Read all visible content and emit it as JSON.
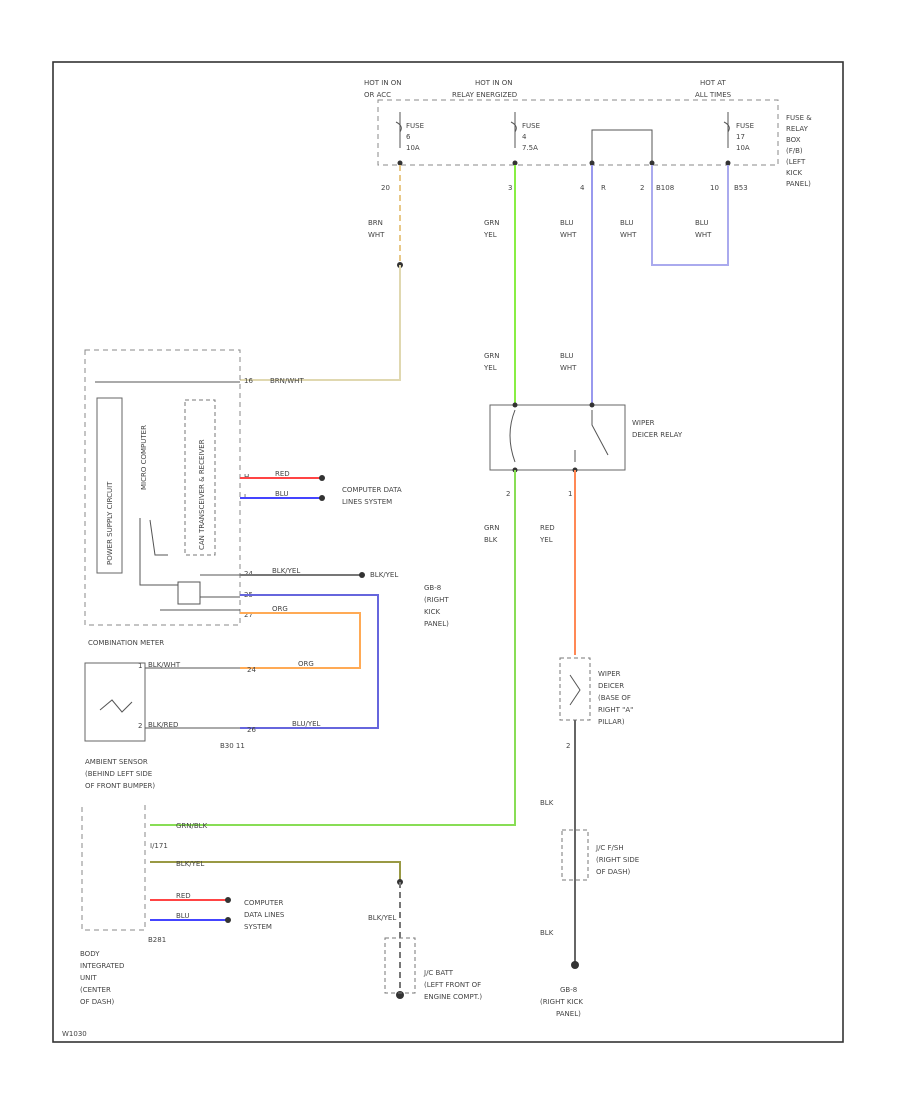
{
  "supply": {
    "src1": "HOT IN ON",
    "src1b": "OR ACC",
    "src2": "HOT IN ON",
    "src2b": "RELAY ENERGIZED",
    "src3": "HOT AT",
    "src3b": "ALL TIMES",
    "fuse1": "FUSE",
    "fuse1n": "6",
    "fuse1a": "10A",
    "fuse2": "FUSE",
    "fuse2n": "4",
    "fuse2a": "7.5A",
    "fuse3": "FUSE",
    "fuse3n": "17",
    "fuse3a": "10A",
    "fusebox": [
      "FUSE &",
      "RELAY",
      "BOX",
      "(F/B)",
      "(LEFT",
      "KICK",
      "PANEL)"
    ],
    "pin20": "20",
    "pin3": "3",
    "pin4": "4",
    "pinR": "R",
    "pin2": "2",
    "pinB108": "B108",
    "pin10": "10",
    "pinB53": "B53"
  },
  "wires": {
    "brn_wht": [
      "BRN",
      "WHT"
    ],
    "grn_yel_top": [
      "GRN",
      "YEL"
    ],
    "blu_wht_1": [
      "BLU",
      "WHT"
    ],
    "blu_wht_2": [
      "BLU",
      "WHT"
    ],
    "blu_wht_3": [
      "BLU",
      "WHT"
    ],
    "grn_yel_mid": [
      "GRN",
      "YEL"
    ],
    "blu_wht_mid": [
      "BLU",
      "WHT"
    ],
    "grn_blk": [
      "GRN",
      "BLK"
    ],
    "red_yel": [
      "RED",
      "YEL"
    ],
    "blk_1": "BLK",
    "blk_2": "BLK",
    "blk_yel": "BLK/YEL"
  },
  "relay": {
    "label": "WIPER",
    "label2": "DEICER RELAY",
    "pin2": "2",
    "pin1": "1"
  },
  "deicer": {
    "label": [
      "WIPER",
      "DEICER",
      "(BASE OF",
      "RIGHT \"A\"",
      "PILLAR)"
    ],
    "pin2": "2"
  },
  "jc": {
    "label": [
      "J/C F/SH",
      "(RIGHT SIDE",
      "OF DASH)"
    ]
  },
  "ground": {
    "label": [
      "GB-8",
      "(RIGHT KICK",
      "PANEL)"
    ]
  },
  "meter": {
    "title": "COMBINATION METER",
    "inner1": "POWER SUPPLY CIRCUIT",
    "inner2": "MICRO COMPUTER",
    "inner3": "CAN TRANSCEIVER & RECEIVER",
    "w1": "BRN/WHT",
    "w2": "RED",
    "w3": "BLU",
    "w4": "BLK/YEL",
    "w5": "BLK/YEL",
    "w6": "ORG",
    "p16": "16",
    "pH": "H",
    "pL": "L",
    "p24": "24",
    "p25": "25",
    "p27": "27"
  },
  "cds": {
    "l1": "COMPUTER DATA",
    "l2": "LINES SYSTEM"
  },
  "gb8_label": [
    "GB-8",
    "(RIGHT",
    "KICK",
    "PANEL)"
  ],
  "ambient": {
    "w1": "BLK/WHT",
    "w2": "BLK/RED",
    "c1": "ORG",
    "c2": "BLU/YEL",
    "p1": "1",
    "p2": "2",
    "p24": "24",
    "p26": "26",
    "conn": "B30  11",
    "label": [
      "AMBIENT SENSOR",
      "(BEHIND LEFT SIDE",
      "OF FRONT BUMPER)"
    ]
  },
  "body_unit": {
    "w1": "GRN/BLK",
    "w2": "BLK/YEL",
    "w3": "RED",
    "w4": "BLU",
    "i171": "I/171",
    "b281": "B281",
    "label": [
      "BODY",
      "INTEGRATED",
      "UNIT",
      "(CENTER",
      "OF DASH)"
    ]
  },
  "cds2": {
    "l1": "COMPUTER",
    "l2": "DATA LINES",
    "l3": "SYSTEM"
  },
  "jc_batt": {
    "label": [
      "J/C BATT",
      "(LEFT FRONT OF",
      "ENGINE COMPT.)"
    ]
  },
  "footer": "W1030"
}
